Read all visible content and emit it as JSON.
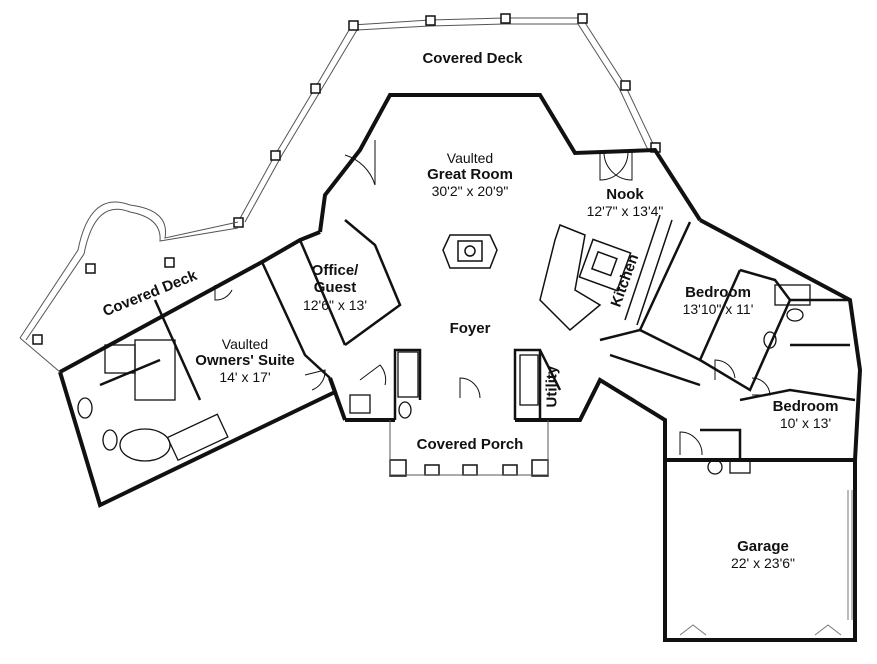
{
  "rooms": {
    "covered_deck_top": {
      "name": "Covered Deck"
    },
    "covered_deck_left": {
      "name": "Covered Deck"
    },
    "great_room": {
      "prefix": "Vaulted",
      "name": "Great Room",
      "size": "30'2\" x 20'9\""
    },
    "nook": {
      "name": "Nook",
      "size": "12'7\" x 13'4\""
    },
    "kitchen": {
      "name": "Kitchen"
    },
    "office": {
      "name_line1": "Office/",
      "name_line2": "Guest",
      "size": "12'6\" x 13'"
    },
    "owners_suite": {
      "prefix": "Vaulted",
      "name": "Owners' Suite",
      "size": "14' x 17'"
    },
    "foyer": {
      "name": "Foyer"
    },
    "utility": {
      "name": "Utility"
    },
    "covered_porch": {
      "name": "Covered Porch"
    },
    "bedroom_1": {
      "name": "Bedroom",
      "size": "13'10\" x 11'"
    },
    "bedroom_2": {
      "name": "Bedroom",
      "size": "10' x 13'"
    },
    "garage": {
      "name": "Garage",
      "size": "22' x 23'6\""
    }
  },
  "colors": {
    "wall": "#111111",
    "deck_line": "#666666",
    "background": "#ffffff"
  }
}
